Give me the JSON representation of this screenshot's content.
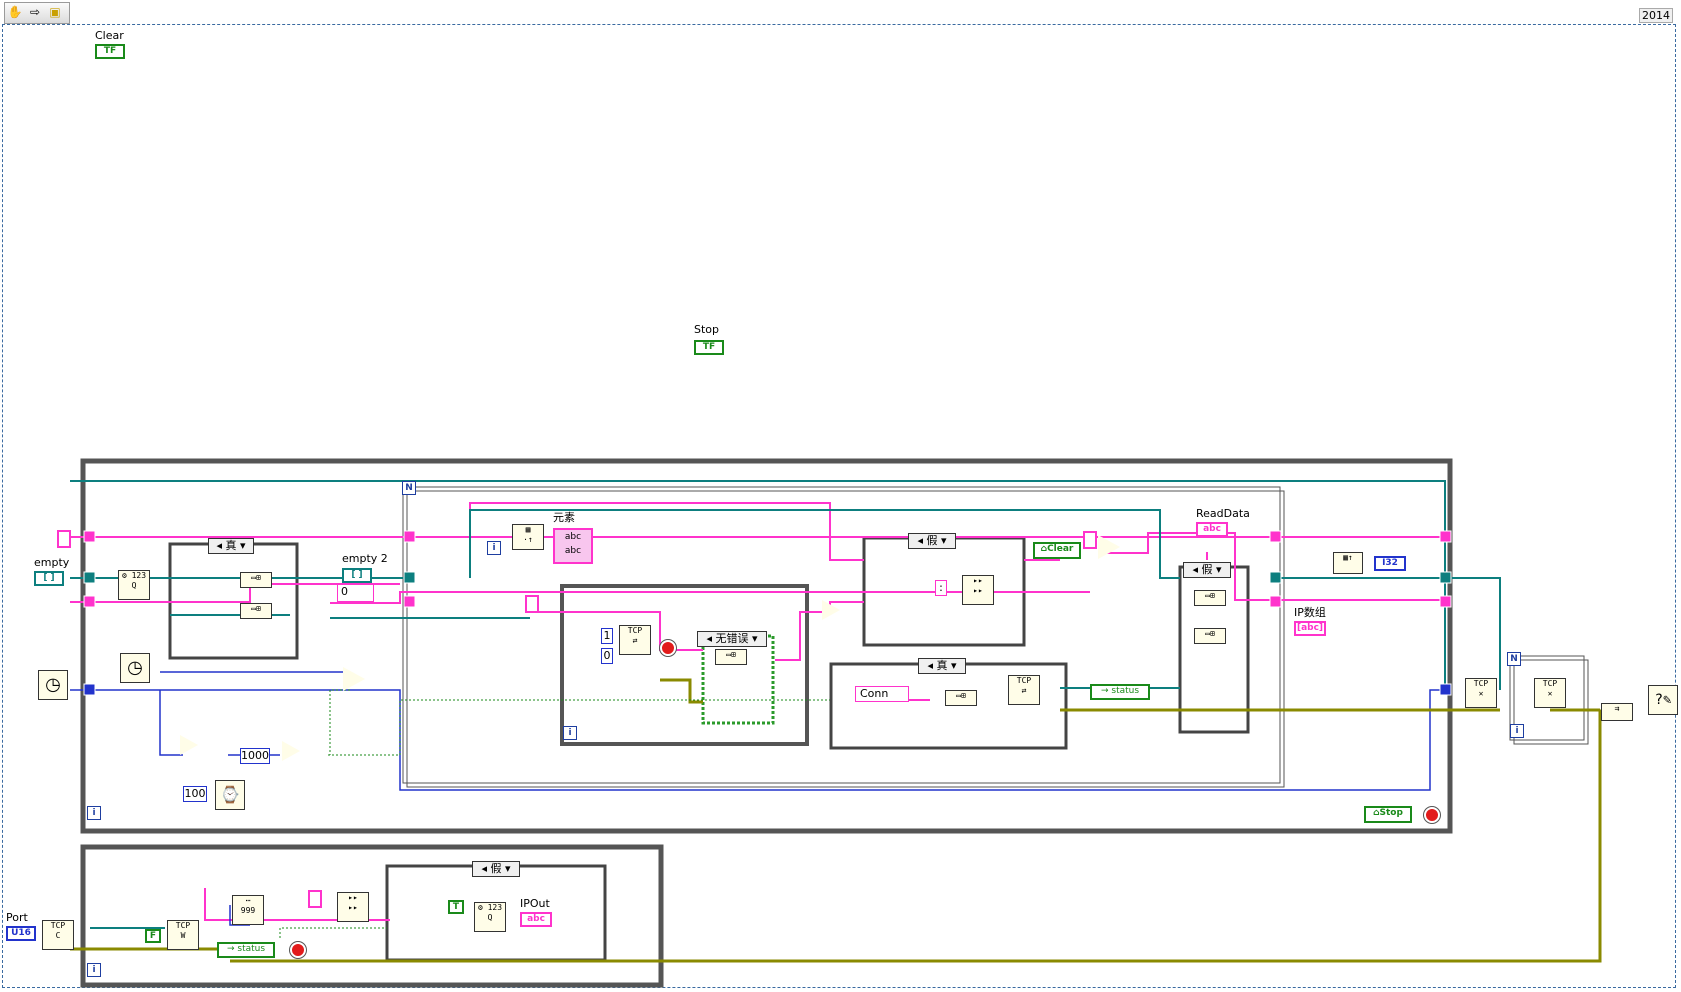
{
  "toolbar": {
    "tools": [
      {
        "icon": "hand-tool-icon"
      },
      {
        "icon": "run-arrow-icon"
      },
      {
        "icon": "highlight-execution-icon"
      }
    ]
  },
  "version_badge": "2014",
  "front_terminals": {
    "clear_label": "Clear",
    "clear_term": "TF",
    "stop_label": "Stop",
    "stop_term": "TF"
  },
  "main_loop": {
    "empty_label": "empty",
    "empty2_label": "empty 2",
    "empty2_const": "0",
    "case1_selector": "真",
    "element_label": "元素",
    "readdata_label": "ReadData",
    "case_false1_selector": "假",
    "case_noerror_selector": "无错误",
    "case_true2_selector": "真",
    "case_false2_selector": "假",
    "clear_local": "Clear",
    "stop_local": "Stop",
    "conn_const": "Conn",
    "status_label": "status",
    "ip_array_label": "IP数组",
    "i32_term": "I32",
    "const_1": "1",
    "const_0": "0",
    "const_1000": "1000",
    "const_100": "100",
    "colon_const": ":",
    "loop_n": "N",
    "loop_i": "i"
  },
  "lower_loop": {
    "port_label": "Port",
    "port_term": "U16",
    "bool_const": "F",
    "bool_true": "T",
    "status_label": "status",
    "case_selector": "假",
    "ipout_label": "IPOut",
    "loop_i": "i"
  },
  "colors": {
    "string_wire": "#ff33cc",
    "error_wire": "#8a8a00",
    "refnum_wire": "#0d7f7f",
    "numeric_wire": "#2233cc",
    "boolean_wire": "#1a8a1a",
    "loop_border": "#555555",
    "case_border": "#444444"
  }
}
